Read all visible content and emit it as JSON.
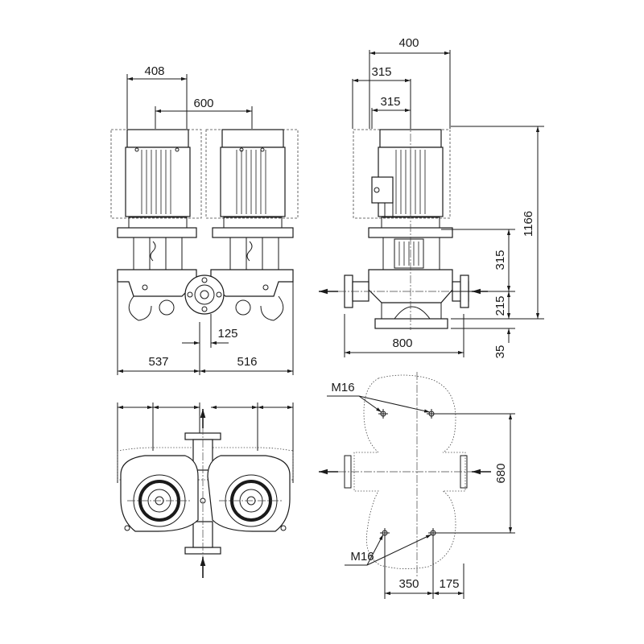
{
  "dimensions": {
    "front_motor_width": "408",
    "front_center_distance": "600",
    "front_offset": "125",
    "front_left": "537",
    "front_right": "516",
    "side_total_width": "400",
    "side_motor_outer": "315",
    "side_motor_inner": "315",
    "side_height_total": "1166",
    "side_height_upper": "315",
    "side_height_mid": "215",
    "side_height_base": "35",
    "side_flange_width": "800",
    "plan_bolt_label_top": "M16",
    "plan_bolt_label_bottom": "M16",
    "plan_height": "680",
    "plan_width_left": "350",
    "plan_width_right": "175"
  }
}
